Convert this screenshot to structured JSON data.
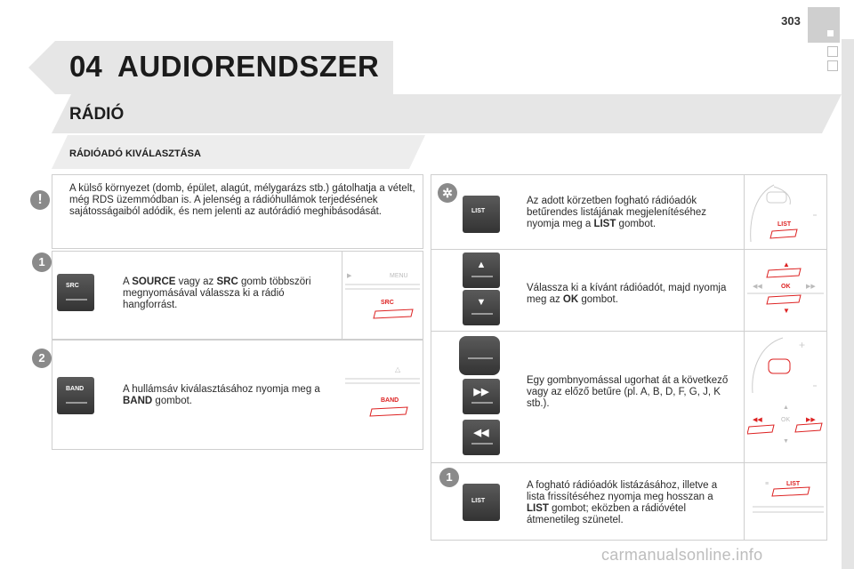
{
  "page": {
    "number": "303"
  },
  "chapter": {
    "number": "04",
    "title": "AUDIORENDSZER"
  },
  "section": {
    "title": "RÁDIÓ",
    "subtitle": "RÁDIÓADÓ KIVÁLASZTÁSA"
  },
  "warning": {
    "text": "A külső környezet (domb, épület, alagút, mélygarázs stb.) gátolhatja a vételt, még RDS üzemmódban is. A jelenség a rádióhullámok terjedésének sajátosságaiból adódik, és nem jelenti az autórádió meghibásodását."
  },
  "step1": {
    "badge": "1",
    "button_label": "SRC",
    "text_a": "A ",
    "text_b": "SOURCE",
    "text_c": " vagy az ",
    "text_d": "SRC",
    "text_e": " gomb többszöri megnyomásával válassza ki a rádió hangforrást.",
    "drawing_labels": [
      "MENU",
      "SRC"
    ]
  },
  "step2": {
    "badge": "2",
    "button_label": "BAND",
    "text_a": "A hullámsáv kiválasztásához nyomja meg a ",
    "text_b": "BAND",
    "text_c": " gombot.",
    "drawing_labels": [
      "BAND"
    ]
  },
  "tip": {
    "button_label": "LIST",
    "text_a": "Az adott körzetben fogható rádióadók betűrendes listájának megjelenítéséhez nyomja meg a ",
    "text_b": "LIST",
    "text_c": " gombot.",
    "drawing_labels": [
      "LIST"
    ]
  },
  "select": {
    "text_a": "Válassza ki a kívánt rádióadót, majd nyomja meg az ",
    "text_b": "OK",
    "text_c": " gombot.",
    "drawing_labels": [
      "OK"
    ]
  },
  "letter_jump": {
    "text": "Egy gombnyomással ugorhat át a következő vagy az előző betűre (pl. A, B, D, F, G, J, K stb.).",
    "drawing_labels": [
      "OK"
    ]
  },
  "refresh": {
    "badge": "1",
    "button_label": "LIST",
    "text_a": "A fogható rádióadók listázásához, illetve a lista frissítéséhez nyomja meg hosszan a ",
    "text_b": "LIST",
    "text_c": " gombot; eközben a rádióvétel átmenetileg szünetel.",
    "drawing_labels": [
      "LIST"
    ]
  },
  "watermark": "carmanualsonline.info"
}
